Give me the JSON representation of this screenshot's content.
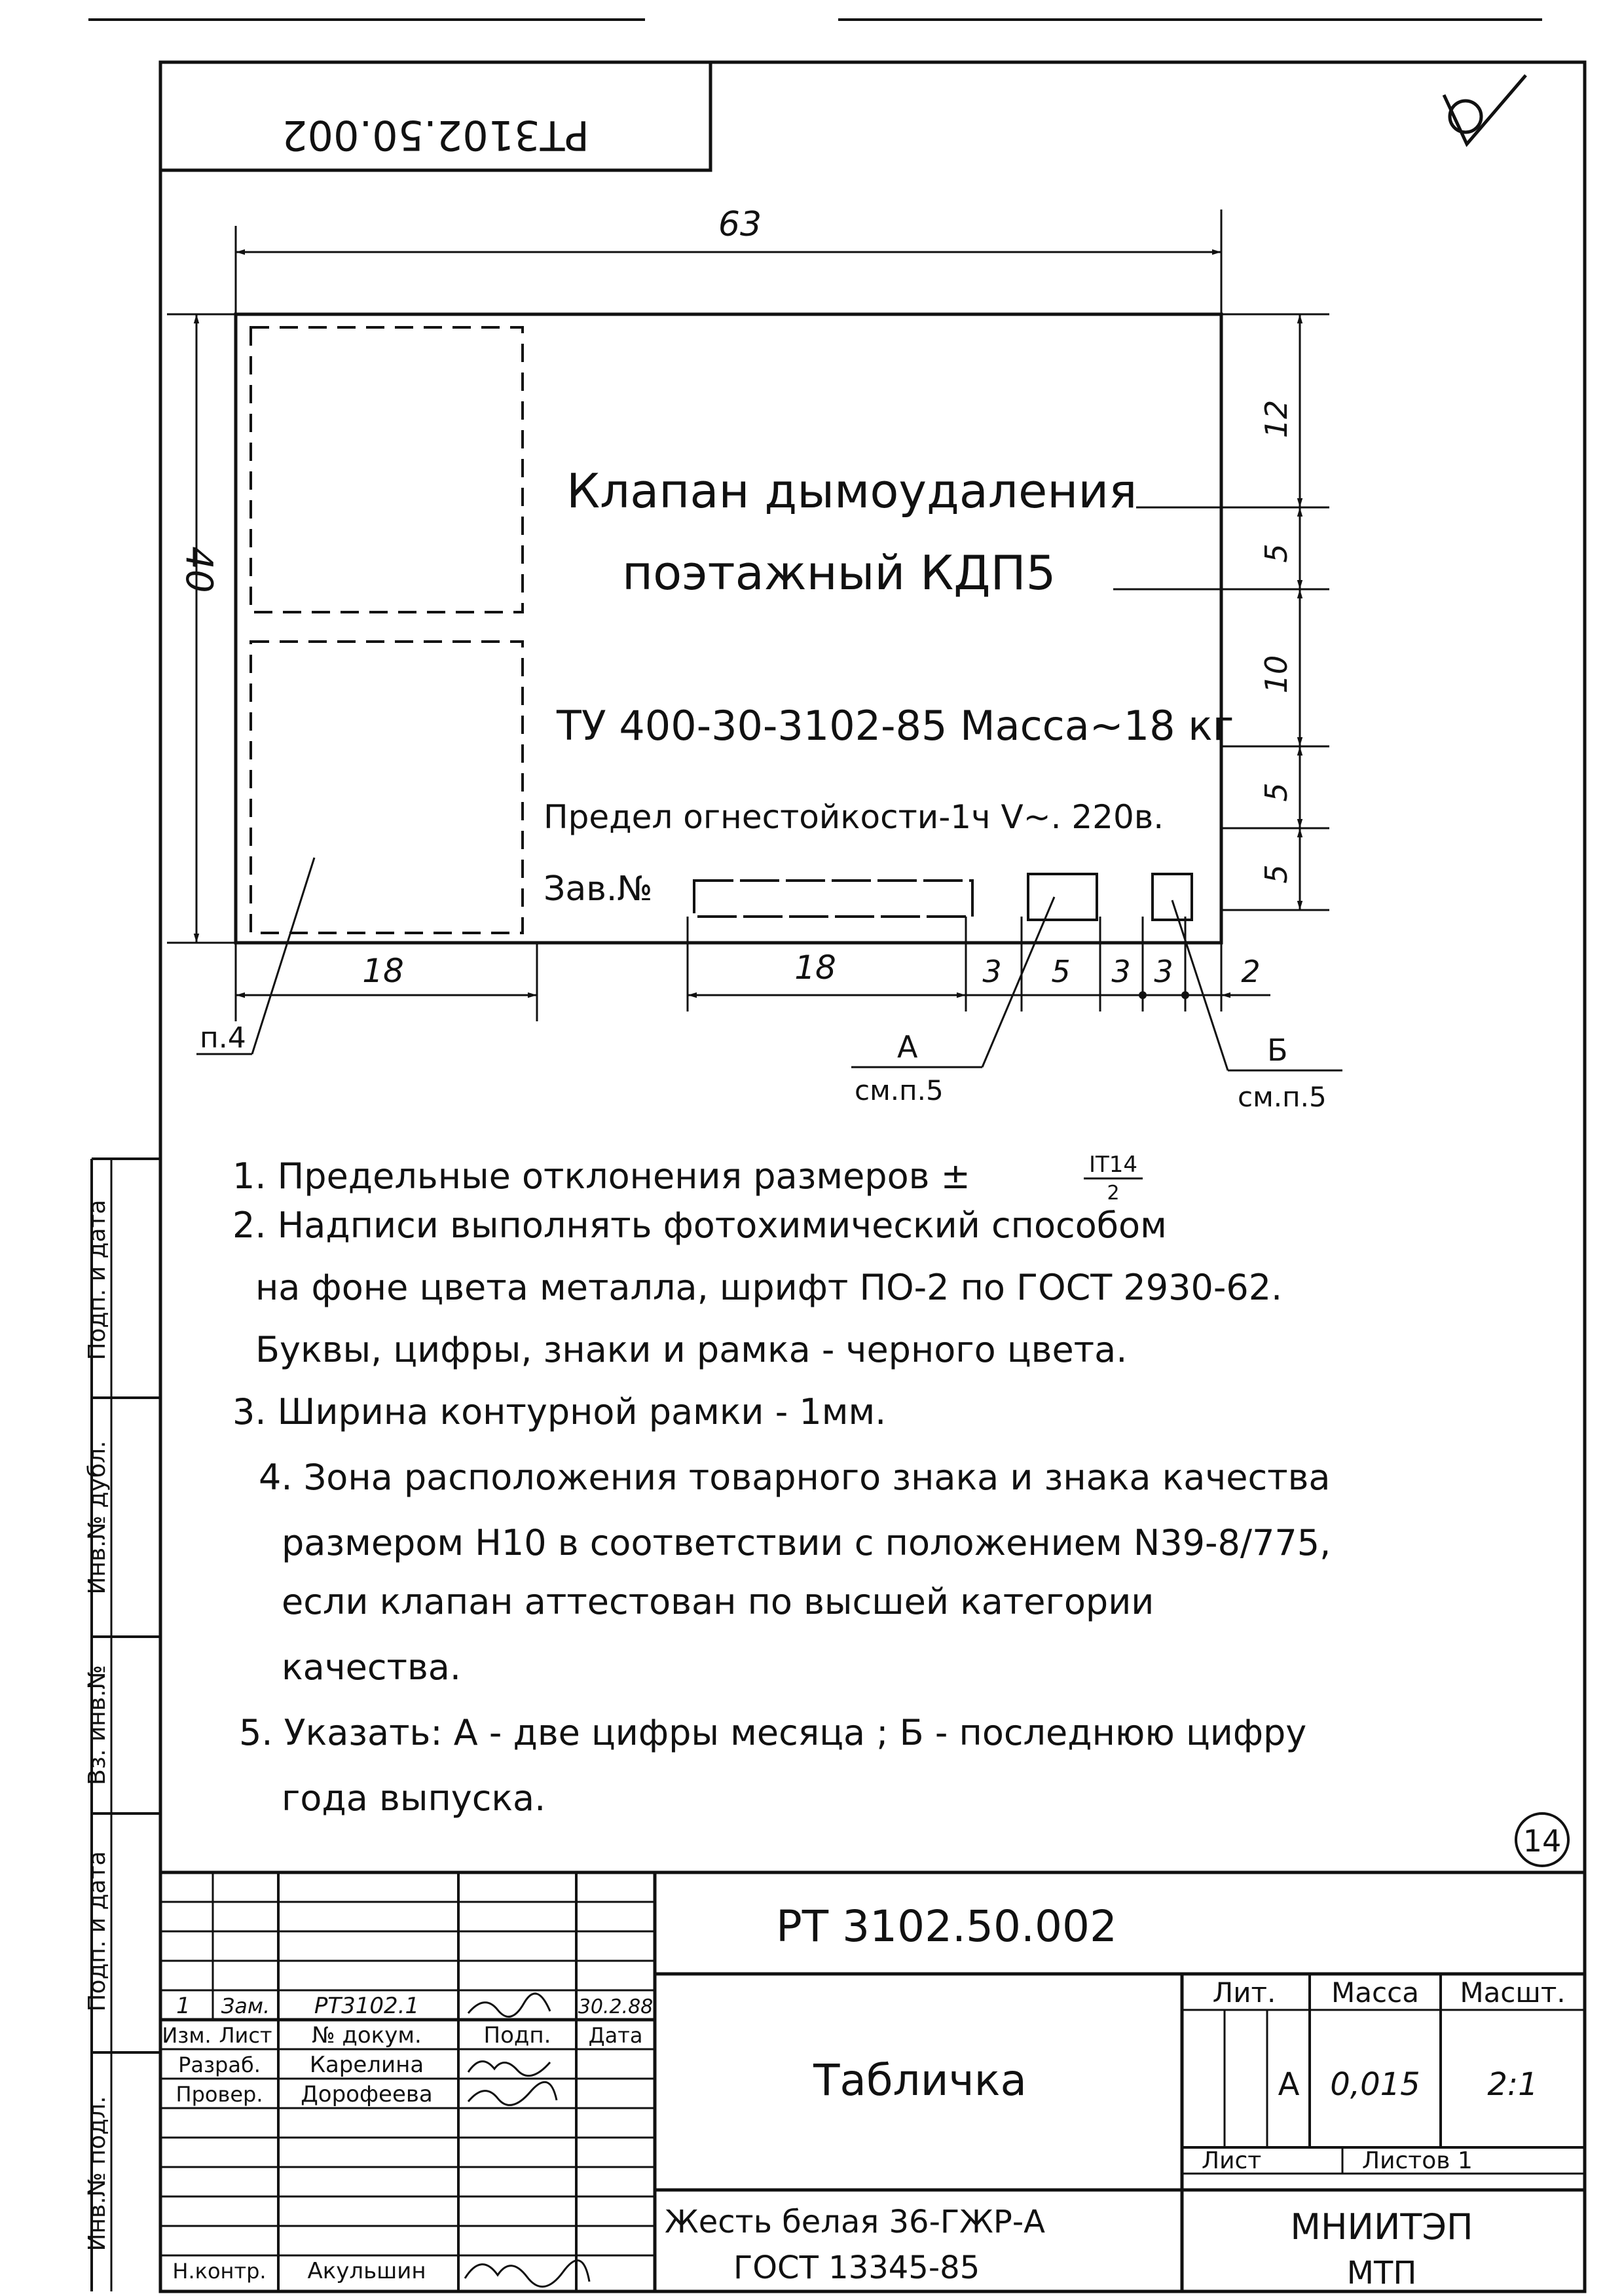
{
  "stamp": {
    "mirrored_code": "РТ3102.50.002"
  },
  "plate": {
    "title_line1": "Клапан дымоудаления",
    "title_line2": "поэтажный КДП5",
    "spec_line": "ТУ 400-30-3102-85  Масса~18 кг",
    "fire_line": "Предел огнестойкости-1ч   V~. 220в.",
    "serial_label": "Зав.№"
  },
  "dimensions": {
    "width_total": "63",
    "height_total": "40",
    "right_12": "12",
    "right_5a": "5",
    "right_10": "10",
    "right_5b": "5",
    "right_5c": "5",
    "bottom_18_left": "18",
    "bottom_18_mid": "18",
    "bottom_3a": "3",
    "bottom_5": "5",
    "bottom_3b": "3",
    "bottom_3c": "3",
    "bottom_2": "2"
  },
  "callouts": {
    "p4": "п.4",
    "a_letter": "А",
    "a_ref": "см.п.5",
    "b_letter": "Б",
    "b_ref": "см.п.5"
  },
  "notes": {
    "n1": "1. Предельные отклонения размеров ±",
    "n1_frac": "IT14",
    "n1_den": "2",
    "n2_l1": "2. Надписи выполнять фотохимический способом",
    "n2_l2": "на фоне цвета металла, шрифт ПО-2 по ГОСТ 2930-62.",
    "n2_l3": "Буквы, цифры, знаки и рамка - черного цвета.",
    "n3": "3. Ширина контурной рамки - 1мм.",
    "n4_l1": "4. Зона расположения товарного знака и знака качества",
    "n4_l2": "размером Н10 в соответствии с положением N39-8/775,",
    "n4_l3": "если клапан аттестован по высшей категории",
    "n4_l4": "качества.",
    "n5_l1": "5. Указать:  А - две цифры месяца ;  Б - последнюю цифру",
    "n5_l2": "года выпуска."
  },
  "sheet_marker": "14",
  "title_block": {
    "doc_code": "РТ 3102.50.002",
    "name": "Табличка",
    "material_l1": "Жесть белая 36-ГЖР-А",
    "material_l2": "ГОСТ 13345-85",
    "org_l1": "МНИИТЭП",
    "org_l2": "МТП",
    "lit_header": "Лит.",
    "mass_header": "Масса",
    "scale_header": "Масшт.",
    "lit_value": "А",
    "mass_value": "0,015",
    "scale_value": "2:1",
    "sheet_label": "Лист",
    "sheets_label": "Листов 1",
    "rev_row": [
      "1",
      "Зам.",
      "РТ3102.1",
      "",
      "30.2.88"
    ],
    "header_row": [
      "Изм.",
      "Лист",
      "№ докум.",
      "Подп.",
      "Дата"
    ],
    "rows": [
      {
        "role": "Разраб.",
        "name": "Карелина"
      },
      {
        "role": "Провер.",
        "name": "Дорофеева"
      },
      {
        "role": "Н.контр.",
        "name": "Акульшин"
      }
    ]
  },
  "side_strip": [
    "Инв.№ подл.",
    "Подп. и дата",
    "Вз. инв.№",
    "Инв.№ дубл.",
    "Подп. и дата"
  ]
}
